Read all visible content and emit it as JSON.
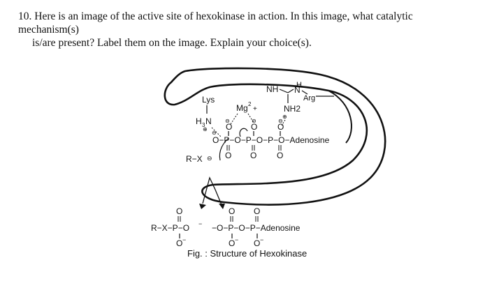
{
  "question": {
    "number": "10.",
    "line1": "Here is an image of the active site of hexokinase in action. In this image, what catalytic mechanism(s)",
    "line2": "is/are present? Label them on the image.  Explain your choice(s)."
  },
  "figure": {
    "labels": {
      "lys": "Lys",
      "h3n": "H",
      "h3n_sub": "3",
      "h3n_n": "N",
      "plus": "⊕",
      "mg": "Mg",
      "mg_sup": "2",
      "mg_plus": "+",
      "nh_top": "NH",
      "h_top": "H",
      "n_top": "N",
      "arg": "Arg",
      "nh2": "NH2",
      "minus": "⊖",
      "o": "O",
      "p": "P",
      "rx": "R−X",
      "adenosine": "Adenosine",
      "product_left": "R−X−P−O",
      "product_right": "−O−P−O−P−Adenosine",
      "neg": "−"
    }
  },
  "caption": "Fig. : Structure of Hexokinase"
}
